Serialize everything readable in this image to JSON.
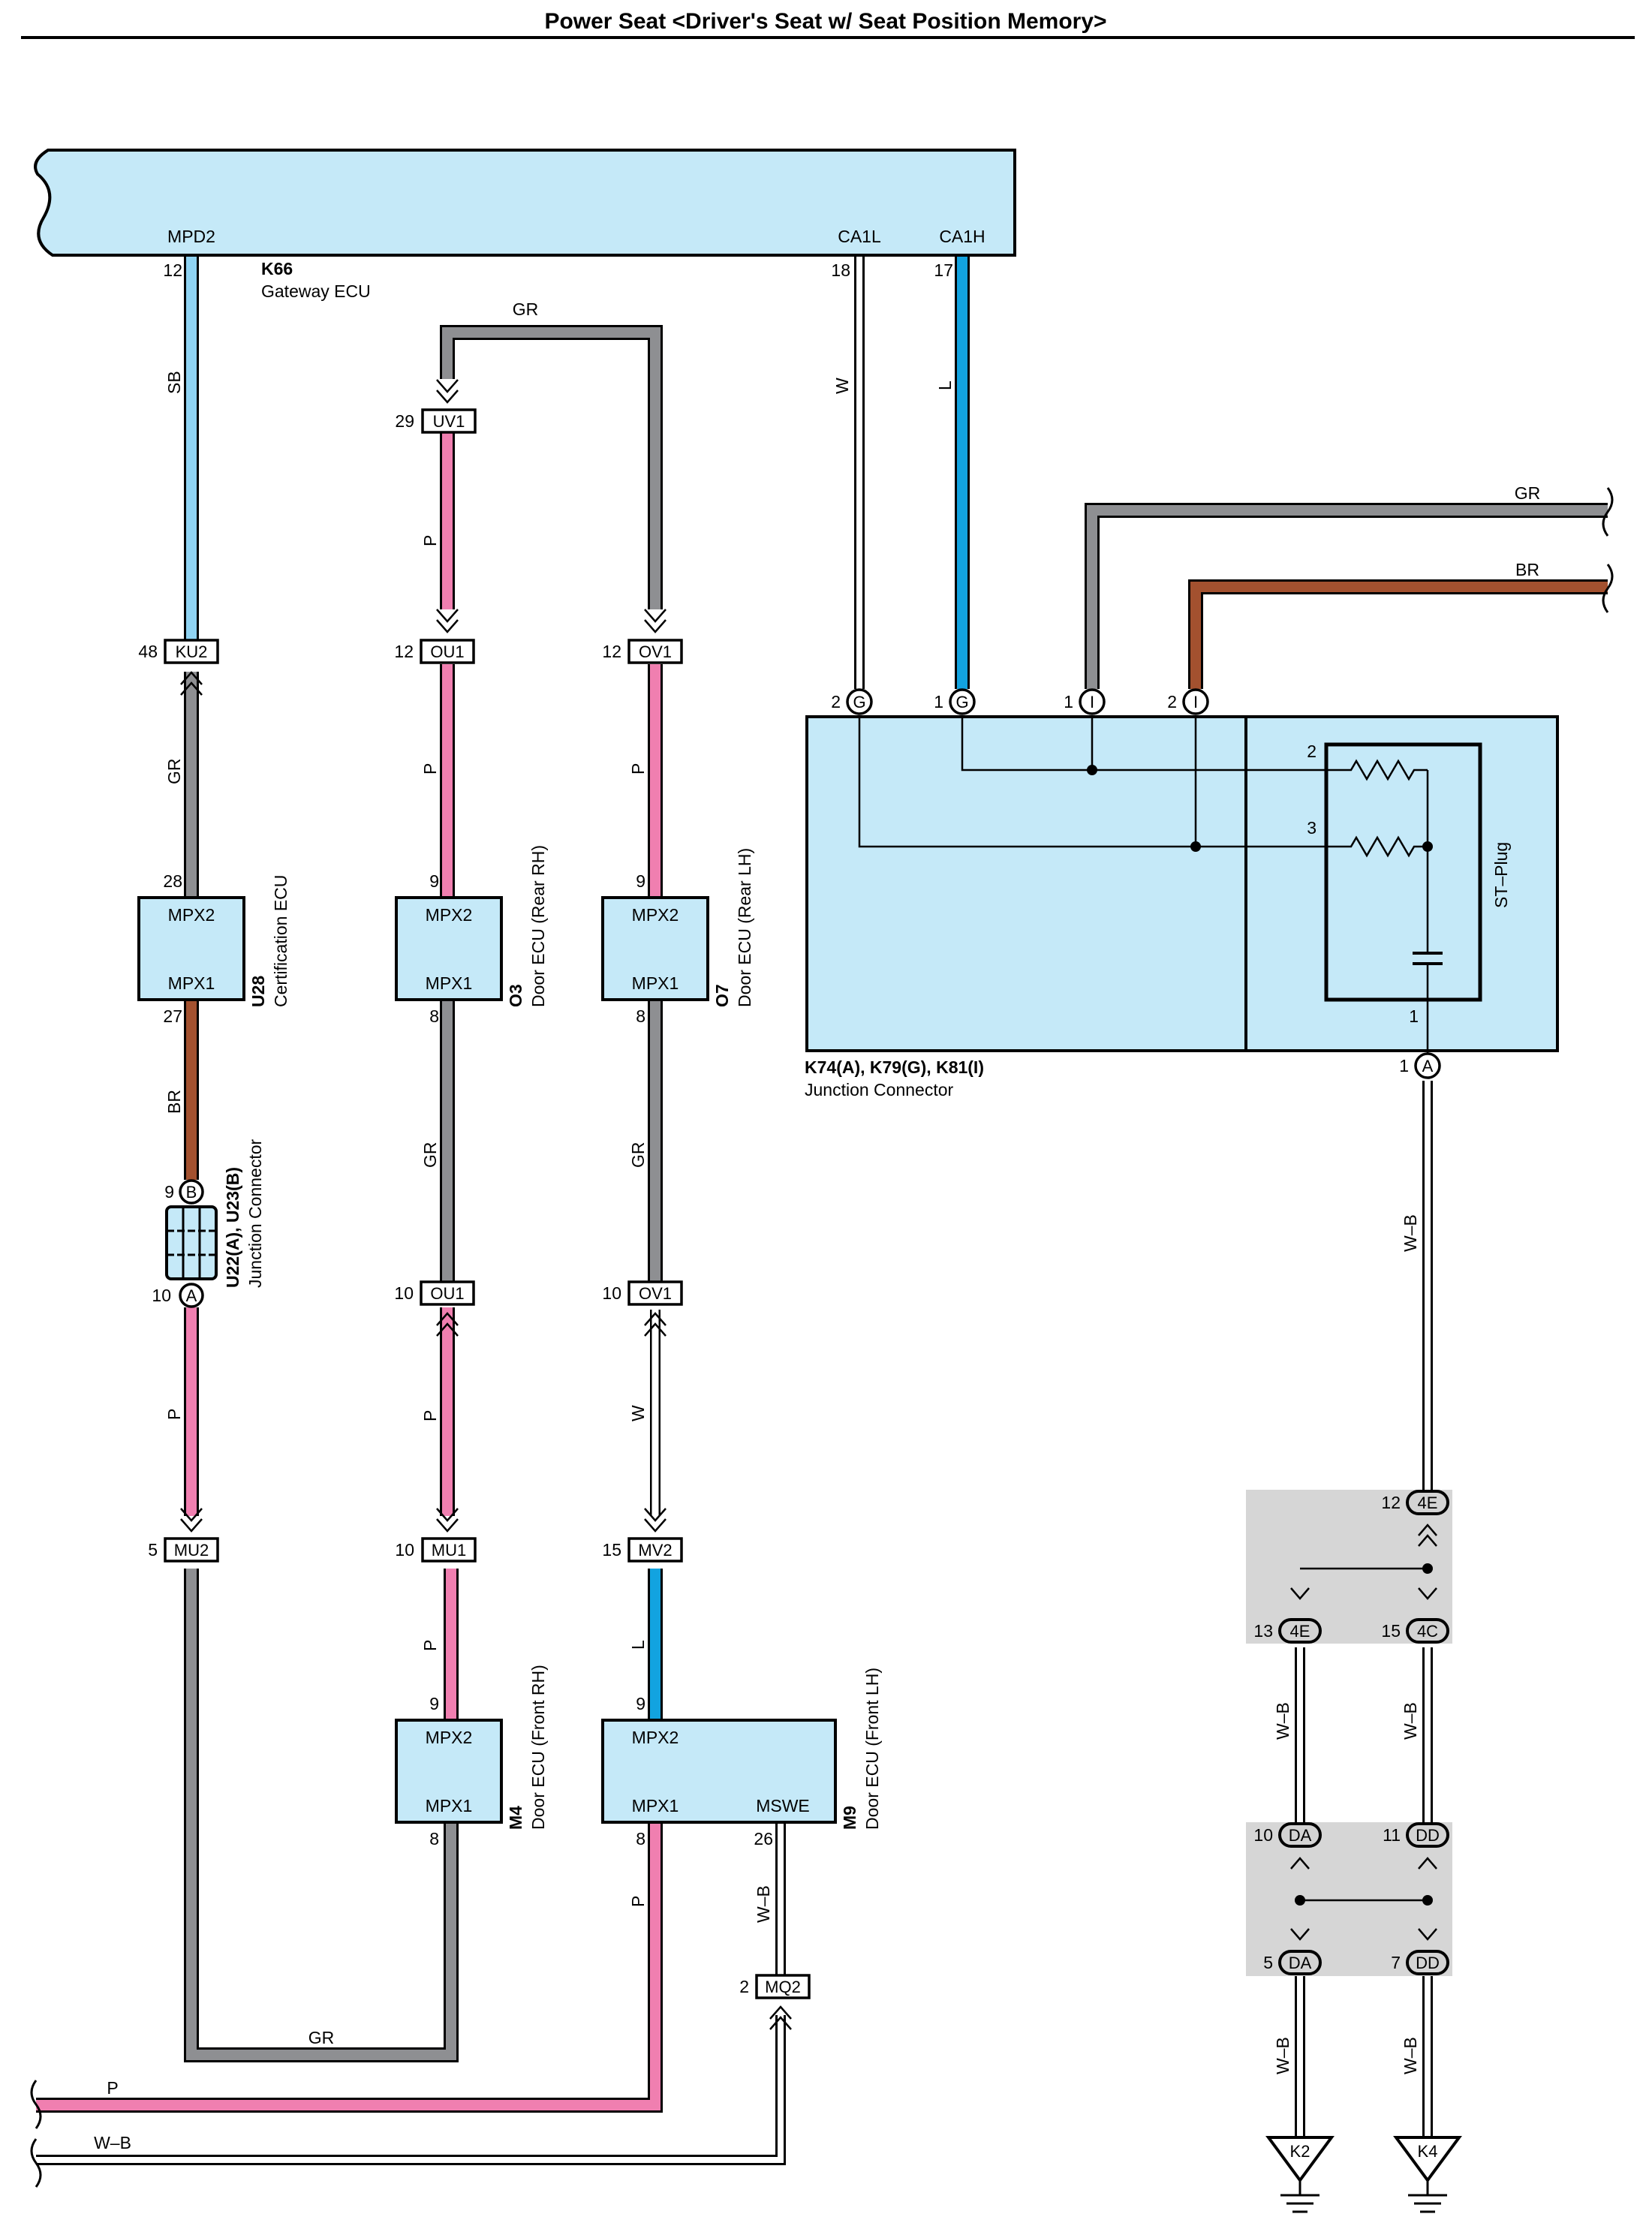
{
  "title": "Power Seat <Driver's Seat w/ Seat Position Memory>",
  "colors": {
    "SB": "#8fd3f2",
    "GR": "#8e8f92",
    "BR": "#a3512f",
    "P": "#f07fb0",
    "L": "#12a3e0",
    "W": "#ffffff",
    "WB": "#ffffff",
    "ecu_fill": "#c5e9f8",
    "shade": "#d6d6d6"
  },
  "components": {
    "gateway": {
      "code": "K66",
      "name": "Gateway ECU",
      "pins": [
        "MPD2",
        "CA1L",
        "CA1H"
      ],
      "pin_nums": [
        "12",
        "18",
        "17"
      ]
    },
    "cert": {
      "code": "U28",
      "name": "Certification ECU",
      "top": "MPX2",
      "bottom": "MPX1",
      "pin_top": "28",
      "pin_bottom": "27"
    },
    "o3": {
      "code": "O3",
      "name": "Door ECU (Rear RH)",
      "top": "MPX2",
      "bottom": "MPX1",
      "pin_top": "9",
      "pin_bottom": "8"
    },
    "o7": {
      "code": "O7",
      "name": "Door ECU (Rear LH)",
      "top": "MPX2",
      "bottom": "MPX1",
      "pin_top": "9",
      "pin_bottom": "8"
    },
    "m4": {
      "code": "M4",
      "name": "Door ECU (Front RH)",
      "top": "MPX2",
      "bottom": "MPX1",
      "pin_top": "9",
      "pin_bottom": "8"
    },
    "m9": {
      "code": "M9",
      "name": "Door ECU (Front LH)",
      "top": "MPX2",
      "bottom": "MPX1",
      "mswe": "MSWE",
      "pin_top": "9",
      "pin_bottom": "8",
      "pin_mswe": "26"
    },
    "u22": {
      "code": "U22(A), U23(B)",
      "name": "Junction Connector",
      "top_letter": "B",
      "bottom_letter": "A",
      "pin_top": "9",
      "pin_bottom": "10"
    },
    "k74": {
      "code": "K74(A), K79(G), K81(I)",
      "name": "Junction Connector",
      "st_plug": "ST–Plug",
      "g_pins": [
        "2",
        "1"
      ],
      "i_pins": [
        "1",
        "2"
      ],
      "letter_g": "G",
      "letter_i": "I",
      "letter_a": "A",
      "pin_a": "1",
      "inner_pins": [
        "2",
        "3",
        "1"
      ]
    }
  },
  "connectors": {
    "uv1": {
      "pin": "29",
      "label": "UV1"
    },
    "ku2": {
      "pin": "48",
      "label": "KU2"
    },
    "ou1_top": {
      "pin": "12",
      "label": "OU1"
    },
    "ov1_top": {
      "pin": "12",
      "label": "OV1"
    },
    "ou1_bot": {
      "pin": "10",
      "label": "OU1"
    },
    "ov1_bot": {
      "pin": "10",
      "label": "OV1"
    },
    "mu2": {
      "pin": "5",
      "label": "MU2"
    },
    "mu1": {
      "pin": "10",
      "label": "MU1"
    },
    "mv2": {
      "pin": "15",
      "label": "MV2"
    },
    "mq2": {
      "pin": "2",
      "label": "MQ2"
    },
    "c4e_top": {
      "pin": "12",
      "label": "4E"
    },
    "c4e_left": {
      "pin": "13",
      "label": "4E"
    },
    "c4c": {
      "pin": "15",
      "label": "4C"
    },
    "cda_top": {
      "pin": "10",
      "label": "DA"
    },
    "cdd_top": {
      "pin": "11",
      "label": "DD"
    },
    "cda_bot": {
      "pin": "5",
      "label": "DA"
    },
    "cdd_bot": {
      "pin": "7",
      "label": "DD"
    }
  },
  "wires": {
    "sb": "SB",
    "gr_ku2": "GR",
    "br_u28": "BR",
    "p_u22": "P",
    "gr_top": "GR",
    "p_uv1": "P",
    "p_ou1": "P",
    "gr_o3": "GR",
    "p_ou1b": "P",
    "p_mu1": "P",
    "p_ov1": "P",
    "gr_o7": "GR",
    "w_ov1": "W",
    "l_mv2": "L",
    "gr_bottom": "GR",
    "p_m9": "P",
    "wb_m9": "W–B",
    "p_left": "P",
    "wb_left": "W–B",
    "w_ca1l": "W",
    "l_ca1h": "L",
    "gr_right": "GR",
    "br_right": "BR",
    "wb_a": "W–B",
    "wb_4e": "W–B",
    "wb_4c": "W–B",
    "wb_da": "W–B",
    "wb_dd": "W–B"
  },
  "grounds": {
    "k2": "K2",
    "k4": "K4"
  }
}
